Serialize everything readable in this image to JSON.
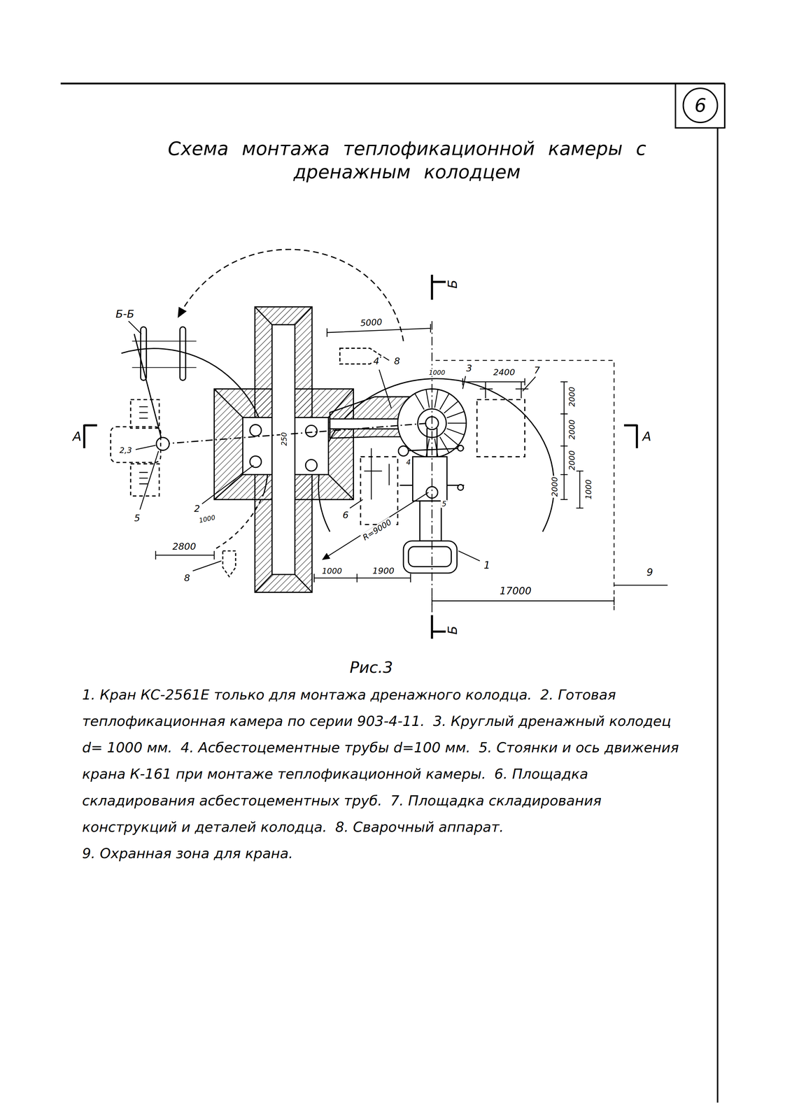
{
  "diagram": {
    "title": "Схема монтажа теплофикационной камеры с дренажным колодцем",
    "caption": "Рис.3",
    "nodes": [
      {
        "text": [
          "6"
        ]
      }
    ],
    "labels": [
      "Б-Б",
      "Б",
      "Б",
      "А",
      "А",
      "5000",
      "8",
      "1000",
      "3",
      "2400",
      "7",
      "2000",
      "2000",
      "2000",
      "2000",
      "1000",
      "4",
      "250",
      "2,3",
      "5",
      "2",
      "1000",
      "2800",
      "8",
      "6",
      "R=9000",
      "4",
      "5",
      "1000",
      "1900",
      "1",
      "17000",
      "9",
      "1. Кран КС-2561Е только для монтажа дренажного колодца.",
      "2. Готовая теплофикационная камера по серии 903-4-11.",
      "3. Круглый дренажный колодец d= 1000 мм.",
      "4. Асбестоцементные трубы d=100 мм.",
      "5. Стоянки и ось движения крана К-161 при монтаже теплофикационной камеры.",
      "6. Площадка складирования асбестоцементных труб.",
      "7. Площадка складирования конструкций и деталей колодца.",
      "8. Сварочный аппарат.",
      "9. Охранная зона для крана."
    ]
  }
}
